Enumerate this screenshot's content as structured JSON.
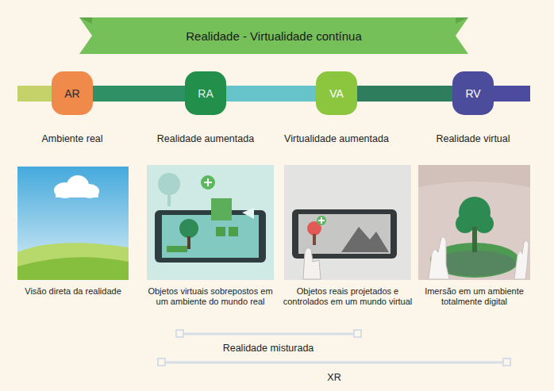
{
  "diagram": {
    "title": "Realidade - Virtualidade contínua",
    "nodes": [
      {
        "text": [
          "AR",
          "Ambiente real"
        ]
      },
      {
        "text": [
          "RA",
          "Realidade aumentada"
        ]
      },
      {
        "text": [
          "VA",
          "Virtualidade aumentada"
        ]
      },
      {
        "text": [
          "RV",
          "Realidade virtual"
        ]
      },
      {
        "text": [
          "Visão direta da realidade"
        ]
      },
      {
        "text": [
          "Objetos virtuais sobrepostos em um ambiente do mundo real"
        ]
      },
      {
        "text": [
          "Objetos reais projetados e controlados em um mundo virtual"
        ]
      },
      {
        "text": [
          "Imersão em um ambiente totalmente digital"
        ]
      }
    ],
    "edges": [
      {
        "from": 0,
        "to": 1,
        "arrow": "none"
      },
      {
        "from": 1,
        "to": 2,
        "arrow": "none"
      },
      {
        "from": 2,
        "to": 3,
        "arrow": "none"
      }
    ],
    "labels": [
      "Realidade misturada",
      "XR"
    ]
  }
}
